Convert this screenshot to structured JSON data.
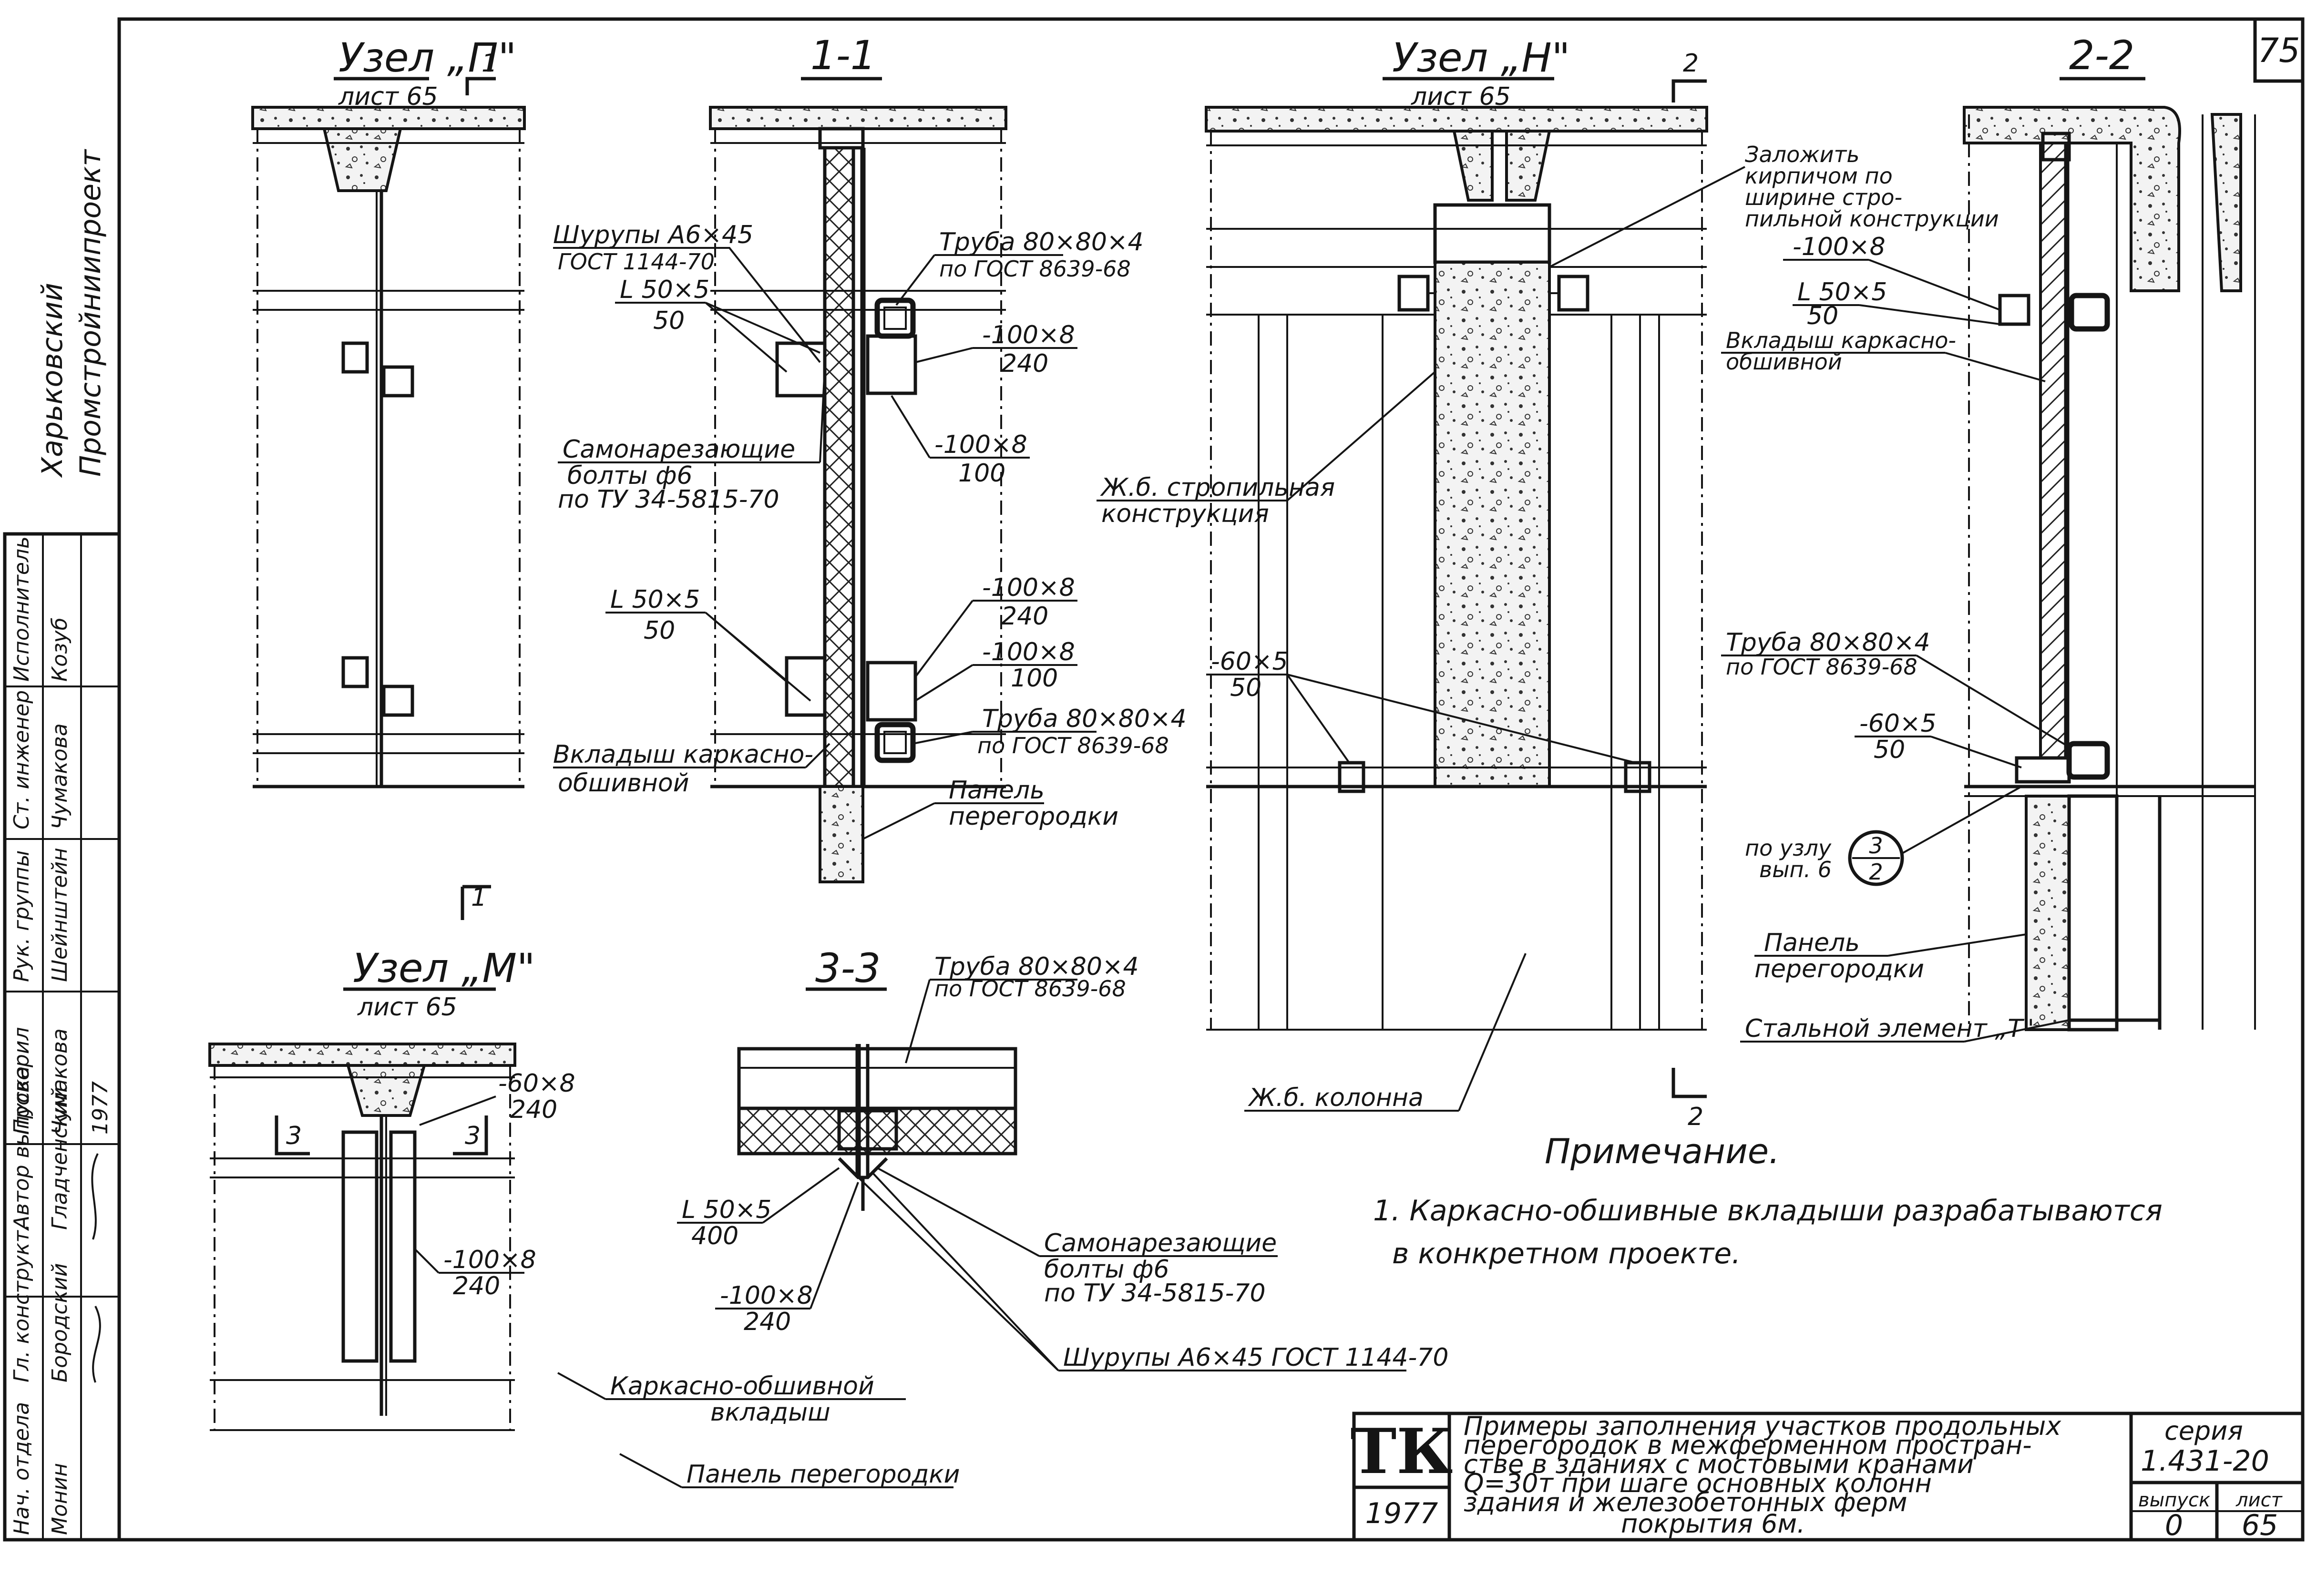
{
  "sheet_number": "75",
  "side_stamp": {
    "org_line1": "Харьковский",
    "org_line2": "Промстройниипроект",
    "roles": [
      "Нач. отдела",
      "Гл. конструкт.",
      "Автор выпуска",
      "Рук. группы",
      "Ст. инженер",
      "Исполнитель",
      "Проверил"
    ],
    "names": [
      "Монин",
      "Бородский",
      "Гладченский",
      "Шейнштейн",
      "Чумакова",
      "Козуб",
      "Чумакова"
    ],
    "date": "1977"
  },
  "views": {
    "node_p": {
      "title": "Узел „П\"",
      "sheet_ref": "лист 65",
      "cut": "1"
    },
    "section_1_1": {
      "title": "1-1",
      "labels": {
        "screws": "Шурупы А6×45",
        "screws_gost": "ГОСТ 1144-70",
        "angle_top": "L 50×5",
        "angle_top_len": "50",
        "bolts": "Самонарезающие",
        "bolts_2": "болты ф6",
        "bolts_3": "по ТУ 34-5815-70",
        "angle_bot": "L 50×5",
        "angle_bot_len": "50",
        "insert": "Вкладыш каркасно-",
        "insert_2": "обшивной",
        "tube_top": "Труба 80×80×4",
        "tube_top_gost": "по ГОСТ 8639-68",
        "plate_a": "-100×8",
        "plate_a_len": "240",
        "plate_b": "-100×8",
        "plate_b_len": "100",
        "plate_c": "-100×8",
        "plate_c_len": "240",
        "plate_d": "-100×8",
        "plate_d_len": "100",
        "tube_bot": "Труба 80×80×4",
        "tube_bot_gost": "по ГОСТ 8639-68",
        "panel": "Панель",
        "panel_2": "перегородки"
      }
    },
    "node_n": {
      "title": "Узел „Н\"",
      "sheet_ref": "лист 65",
      "cut": "2",
      "labels": {
        "brick": "Заложить",
        "brick_2": "кирпичом по",
        "brick_3": "ширине стро-",
        "brick_4": "пильной конструкции",
        "truss": "Ж.б. стропильная",
        "truss_2": "конструкция",
        "plate": "-60×5",
        "plate_len": "50",
        "column": "Ж.б. колонна",
        "cut_bottom": "2"
      }
    },
    "section_2_2": {
      "title": "2-2",
      "labels": {
        "plate_top": "-100×8",
        "angle": "L 50×5",
        "angle_len": "50",
        "insert": "Вкладыш каркасно-",
        "insert_2": "обшивной",
        "tube": "Труба 80×80×4",
        "tube_gost": "по ГОСТ 8639-68",
        "plate_bot": "-60×5",
        "plate_bot_len": "50",
        "ref": "по узлу",
        "ref_2": "вып. 6",
        "ref_num": "3",
        "ref_den": "2",
        "panel": "Панель",
        "panel_2": "перегородки",
        "tee": "Стальной элемент „Т\""
      }
    },
    "node_m": {
      "title": "Узел „М\"",
      "sheet_ref": "лист 65",
      "cut_left": "3",
      "cut_right": "3",
      "labels": {
        "plate_top": "-60×8",
        "plate_top_len": "240",
        "plate_mid": "-100×8",
        "plate_mid_len": "240",
        "insert": "Каркасно-обшивной",
        "insert_2": "вкладыш",
        "panel": "Панель перегородки"
      }
    },
    "section_3_3": {
      "title": "3-3",
      "labels": {
        "tube": "Труба 80×80×4",
        "tube_gost": "по ГОСТ 8639-68",
        "angle": "L 50×5",
        "angle_len": "400",
        "plate": "-100×8",
        "plate_len": "240",
        "bolts": "Самонарезающие",
        "bolts_2": "болты ф6",
        "bolts_3": "по ТУ 34-5815-70",
        "screws": "Шурупы А6×45 ГОСТ 1144-70"
      }
    }
  },
  "notes": {
    "heading": "Примечание.",
    "line1": "1. Каркасно-обшивные вкладыши разрабатываются",
    "line2": "в конкретном проекте."
  },
  "title_block": {
    "logo": "ТК",
    "year": "1977",
    "title_lines": [
      "Примеры заполнения участков продольных",
      "перегородок в межферменном простран-",
      "стве в зданиях с мостовыми кранами",
      "Q=30т при шаге основных колонн",
      "здания и железобетонных ферм",
      "покрытия 6м."
    ],
    "series_label": "серия",
    "series": "1.431-20",
    "issue_label": "выпуск",
    "sheet_label": "лист",
    "issue": "0",
    "sheet": "65"
  }
}
